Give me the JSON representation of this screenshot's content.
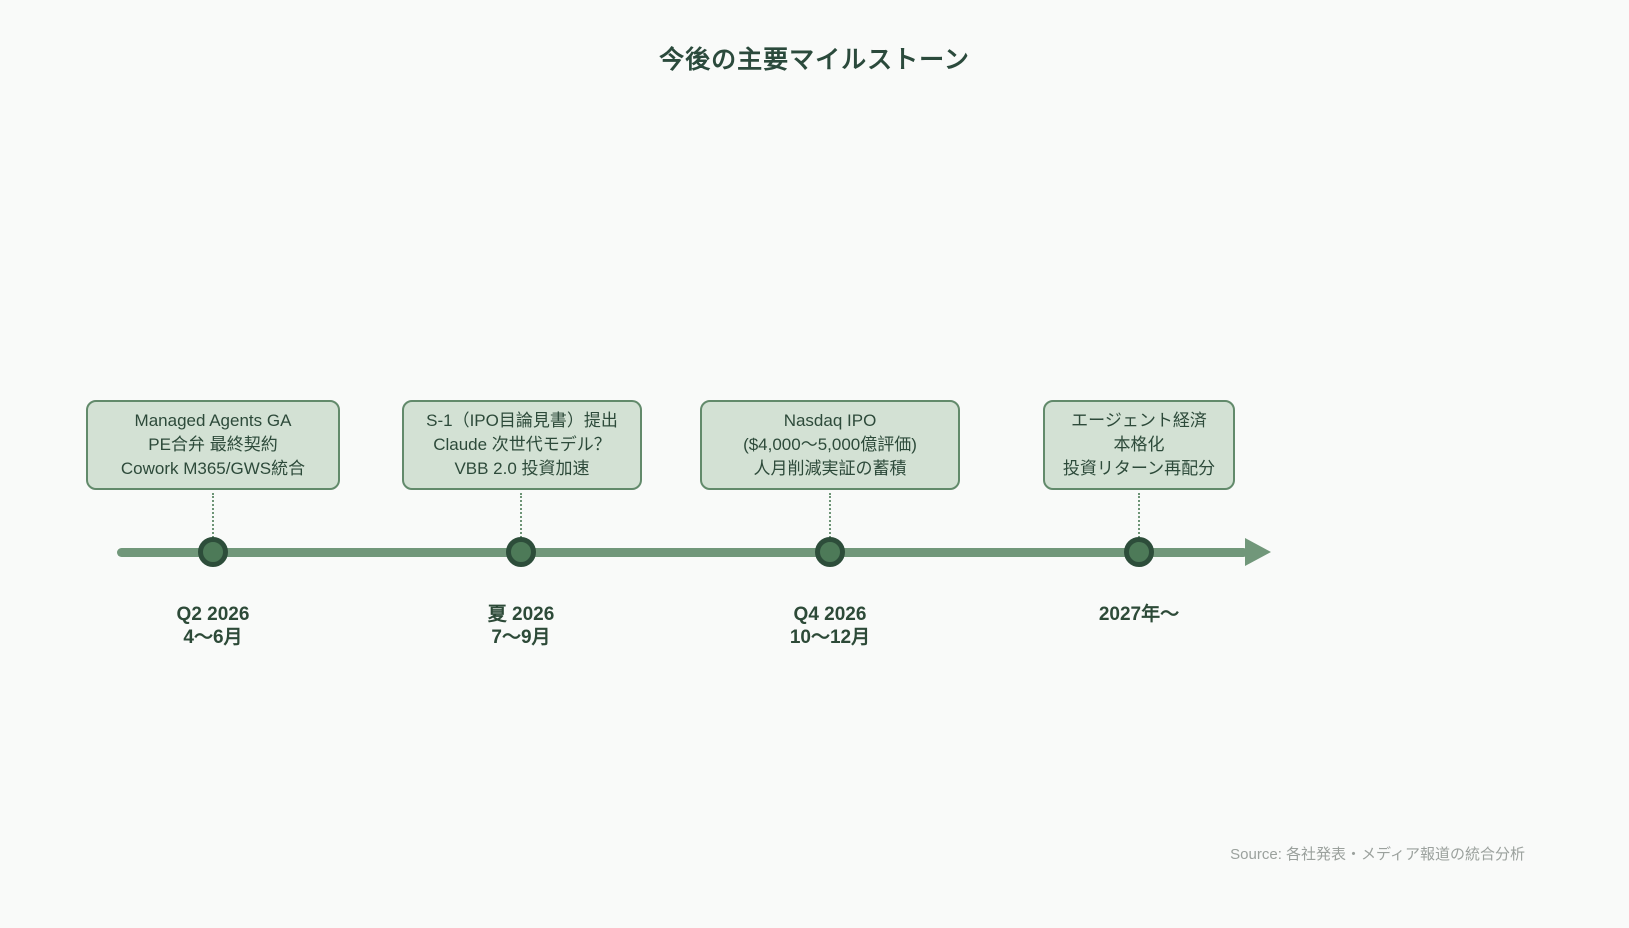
{
  "page": {
    "title": "今後の主要マイルストーン",
    "source": "Source: 各社発表・メディア報道の統合分析"
  },
  "colors": {
    "background": "#f9faf9",
    "title_text": "#2b4a3c",
    "box_background": "#d3e1d4",
    "box_border": "#628a6b",
    "box_text": "#2d4a3a",
    "timeline_line": "#71977a",
    "dot_fill": "#4d7a58",
    "dot_ring": "#2d4d3a",
    "date_text": "#2d4a38",
    "source_text": "#9ba19d"
  },
  "milestones": [
    {
      "lines": [
        "Managed Agents GA",
        "PE合弁 最終契約",
        "Cowork M365/GWS統合"
      ],
      "date_line1": "Q2 2026",
      "date_line2": "4〜6月"
    },
    {
      "lines": [
        "S-1（IPO目論見書）提出",
        "Claude 次世代モデル？",
        "VBB 2.0 投資加速"
      ],
      "date_line1": "夏 2026",
      "date_line2": "7〜9月"
    },
    {
      "lines": [
        "Nasdaq IPO",
        "($4,000〜5,000億評価)",
        "人月削減実証の蓄積"
      ],
      "date_line1": "Q4 2026",
      "date_line2": "10〜12月"
    },
    {
      "lines": [
        "エージェント経済",
        "本格化",
        "投資リターン再配分"
      ],
      "date_line1": "2027年〜",
      "date_line2": ""
    }
  ]
}
